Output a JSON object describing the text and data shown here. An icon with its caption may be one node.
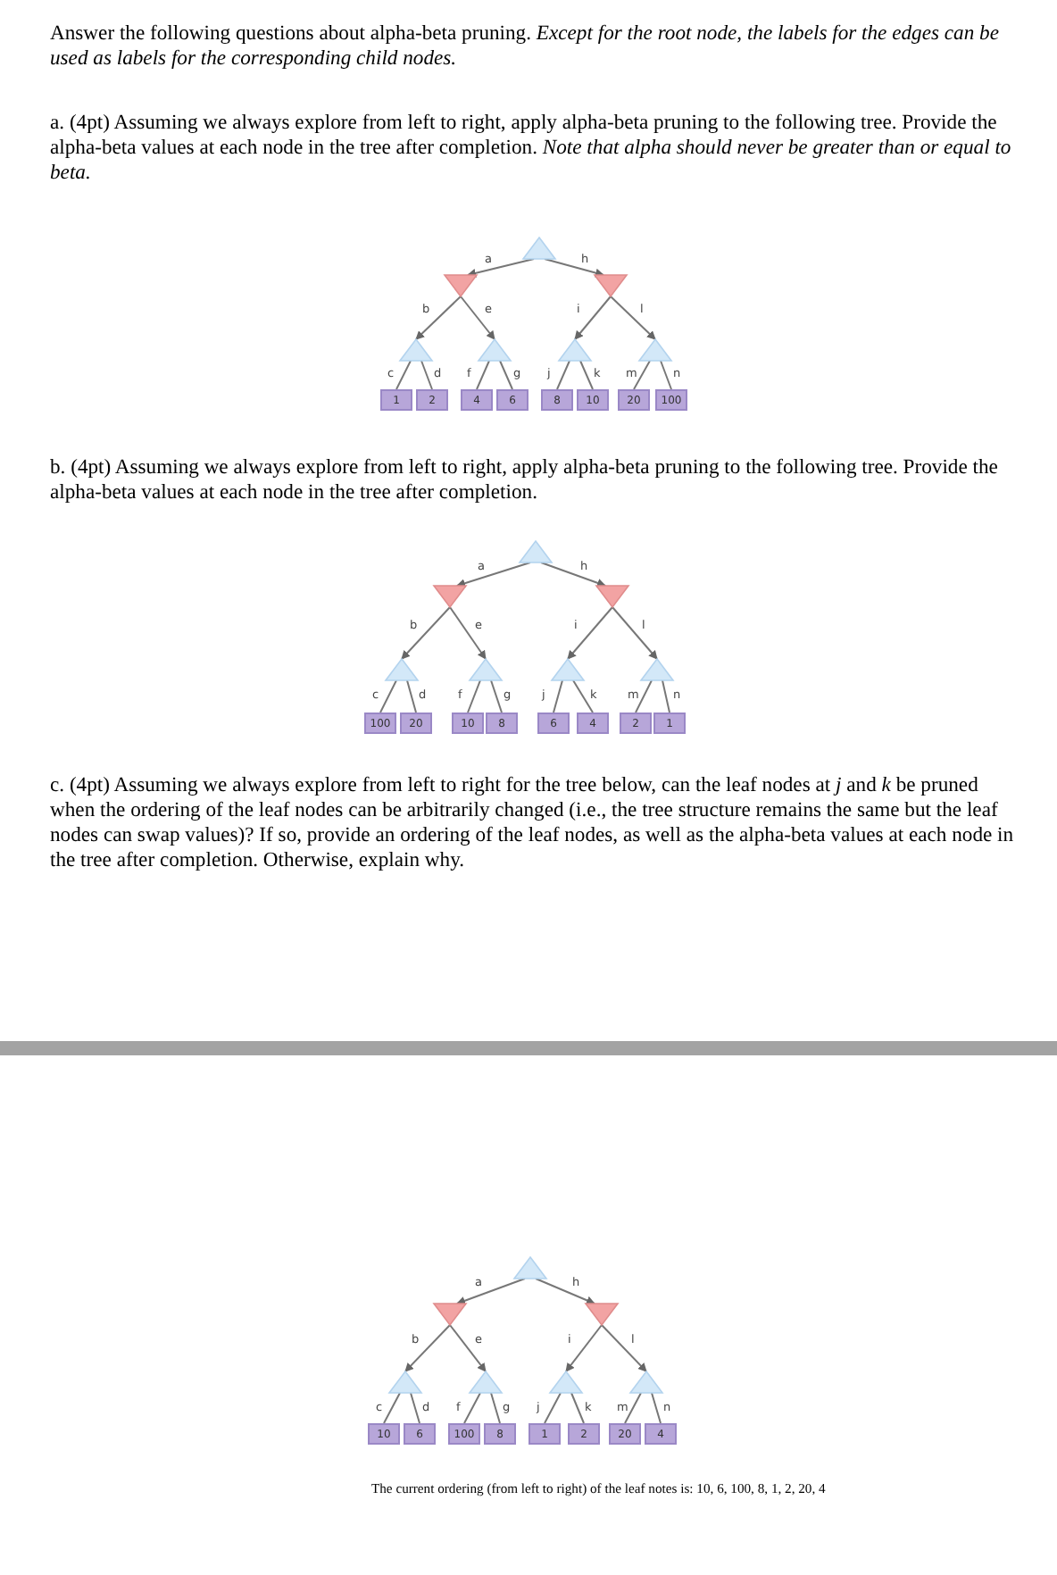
{
  "diagram": {
    "nodes": [
      {
        "text": [],
        "shape": "triangle"
      },
      {
        "text": [],
        "shape": "triangle"
      },
      {
        "text": [],
        "shape": "triangle"
      },
      {
        "text": [],
        "shape": "triangle"
      },
      {
        "text": [],
        "shape": "triangle"
      },
      {
        "text": [],
        "shape": "triangle"
      },
      {
        "text": [],
        "shape": "triangle"
      },
      {
        "text": [
          "1"
        ]
      },
      {
        "text": [
          "2"
        ]
      },
      {
        "text": [
          "4"
        ]
      },
      {
        "text": [
          "6"
        ]
      },
      {
        "text": [
          "8"
        ]
      },
      {
        "text": [
          "10"
        ]
      },
      {
        "text": [
          "20"
        ]
      },
      {
        "text": [
          "100"
        ]
      },
      {
        "text": [],
        "shape": "triangle"
      },
      {
        "text": [],
        "shape": "triangle"
      },
      {
        "text": [],
        "shape": "triangle"
      },
      {
        "text": [],
        "shape": "triangle"
      },
      {
        "text": [],
        "shape": "triangle"
      },
      {
        "text": [],
        "shape": "triangle"
      },
      {
        "text": [],
        "shape": "triangle"
      },
      {
        "text": [
          "100"
        ]
      },
      {
        "text": [
          "20"
        ]
      },
      {
        "text": [
          "10"
        ]
      },
      {
        "text": [
          "8"
        ]
      },
      {
        "text": [
          "6"
        ]
      },
      {
        "text": [
          "4"
        ]
      },
      {
        "text": [
          "2"
        ]
      },
      {
        "text": [
          "1"
        ]
      },
      {
        "text": [],
        "shape": "triangle"
      },
      {
        "text": [],
        "shape": "triangle"
      },
      {
        "text": [],
        "shape": "triangle"
      },
      {
        "text": [],
        "shape": "triangle"
      },
      {
        "text": [],
        "shape": "triangle"
      },
      {
        "text": [],
        "shape": "triangle"
      },
      {
        "text": [],
        "shape": "triangle"
      },
      {
        "text": [
          "10"
        ]
      },
      {
        "text": [
          "6"
        ]
      },
      {
        "text": [
          "100"
        ]
      },
      {
        "text": [
          "8"
        ]
      },
      {
        "text": [
          "1"
        ]
      },
      {
        "text": [
          "2"
        ]
      },
      {
        "text": [
          "20"
        ]
      },
      {
        "text": [
          "4"
        ]
      }
    ],
    "edges": [
      {
        "from": 0,
        "to": 1,
        "arrow": "to",
        "label": "a"
      },
      {
        "from": 0,
        "to": 2,
        "arrow": "to",
        "label": "h"
      },
      {
        "from": 1,
        "to": 3,
        "arrow": "to",
        "label": "b"
      },
      {
        "from": 1,
        "to": 4,
        "arrow": "to",
        "label": "e"
      },
      {
        "from": 2,
        "to": 5,
        "arrow": "to",
        "label": "i"
      },
      {
        "from": 2,
        "to": 6,
        "arrow": "to",
        "label": "l"
      },
      {
        "from": 3,
        "to": 7,
        "arrow": "none",
        "label": "c"
      },
      {
        "from": 3,
        "to": 8,
        "arrow": "none",
        "label": "d"
      },
      {
        "from": 4,
        "to": 9,
        "arrow": "none",
        "label": "f"
      },
      {
        "from": 4,
        "to": 10,
        "arrow": "none",
        "label": "g"
      },
      {
        "from": 5,
        "to": 11,
        "arrow": "none",
        "label": "j"
      },
      {
        "from": 5,
        "to": 12,
        "arrow": "none",
        "label": "k"
      },
      {
        "from": 6,
        "to": 13,
        "arrow": "none",
        "label": "m"
      },
      {
        "from": 6,
        "to": 14,
        "arrow": "none",
        "label": "n"
      },
      {
        "from": 15,
        "to": 16,
        "arrow": "to",
        "label": "a"
      },
      {
        "from": 15,
        "to": 17,
        "arrow": "to",
        "label": "h"
      },
      {
        "from": 16,
        "to": 18,
        "arrow": "to",
        "label": "b"
      },
      {
        "from": 16,
        "to": 19,
        "arrow": "to",
        "label": "e"
      },
      {
        "from": 17,
        "to": 20,
        "arrow": "to",
        "label": "i"
      },
      {
        "from": 17,
        "to": 21,
        "arrow": "to",
        "label": "l"
      },
      {
        "from": 18,
        "to": 22,
        "arrow": "none",
        "label": "c"
      },
      {
        "from": 18,
        "to": 23,
        "arrow": "none",
        "label": "d"
      },
      {
        "from": 19,
        "to": 24,
        "arrow": "none",
        "label": "f"
      },
      {
        "from": 19,
        "to": 25,
        "arrow": "none",
        "label": "g"
      },
      {
        "from": 20,
        "to": 26,
        "arrow": "none",
        "label": "j"
      },
      {
        "from": 20,
        "to": 27,
        "arrow": "none",
        "label": "k"
      },
      {
        "from": 21,
        "to": 28,
        "arrow": "none",
        "label": "m"
      },
      {
        "from": 21,
        "to": 29,
        "arrow": "none",
        "label": "n"
      },
      {
        "from": 30,
        "to": 31,
        "arrow": "to",
        "label": "a"
      },
      {
        "from": 30,
        "to": 32,
        "arrow": "to",
        "label": "h"
      },
      {
        "from": 31,
        "to": 33,
        "arrow": "to",
        "label": "b"
      },
      {
        "from": 31,
        "to": 34,
        "arrow": "to",
        "label": "e"
      },
      {
        "from": 32,
        "to": 35,
        "arrow": "to",
        "label": "i"
      },
      {
        "from": 32,
        "to": 36,
        "arrow": "to",
        "label": "l"
      },
      {
        "from": 33,
        "to": 37,
        "arrow": "none",
        "label": "c"
      },
      {
        "from": 33,
        "to": 38,
        "arrow": "none",
        "label": "d"
      },
      {
        "from": 34,
        "to": 39,
        "arrow": "none",
        "label": "f"
      },
      {
        "from": 34,
        "to": 40,
        "arrow": "none",
        "label": "g"
      },
      {
        "from": 35,
        "to": 41,
        "arrow": "none",
        "label": "j"
      },
      {
        "from": 35,
        "to": 42,
        "arrow": "none",
        "label": "k"
      },
      {
        "from": 36,
        "to": 43,
        "arrow": "none",
        "label": "m"
      },
      {
        "from": 36,
        "to": 44,
        "arrow": "none",
        "label": "n"
      }
    ],
    "labels": [
      "Answer the following questions about alpha-beta pruning. *Except for the root node, the labels for the edges can be used as labels for the corresponding child nodes.*",
      "a. (4pt) Assuming we always explore from left to right, apply alpha-beta pruning to the following tree. Provide the alpha-beta values at each node in the tree after completion. *Note that alpha should never be greater than or equal to beta.*",
      "b. (4pt) Assuming we always explore from left to right, apply alpha-beta pruning to the following tree. Provide the alpha-beta values at each node in the tree after completion.",
      "c. (4pt) Assuming we always explore from left to right for the tree below, can the leaf nodes at *j* and *k* be pruned when the ordering of the leaf nodes can be arbitrarily changed (i.e., the tree structure remains the same but the leaf nodes can swap values)? If so, provide an ordering of the leaf nodes, as well as the alpha-beta values at each node in the tree after completion. Otherwise, explain why.",
      "The current ordering (from left to right) of the leaf notes is: 10, 6, 100, 8, 1, 2, 20, 4"
    ]
  }
}
